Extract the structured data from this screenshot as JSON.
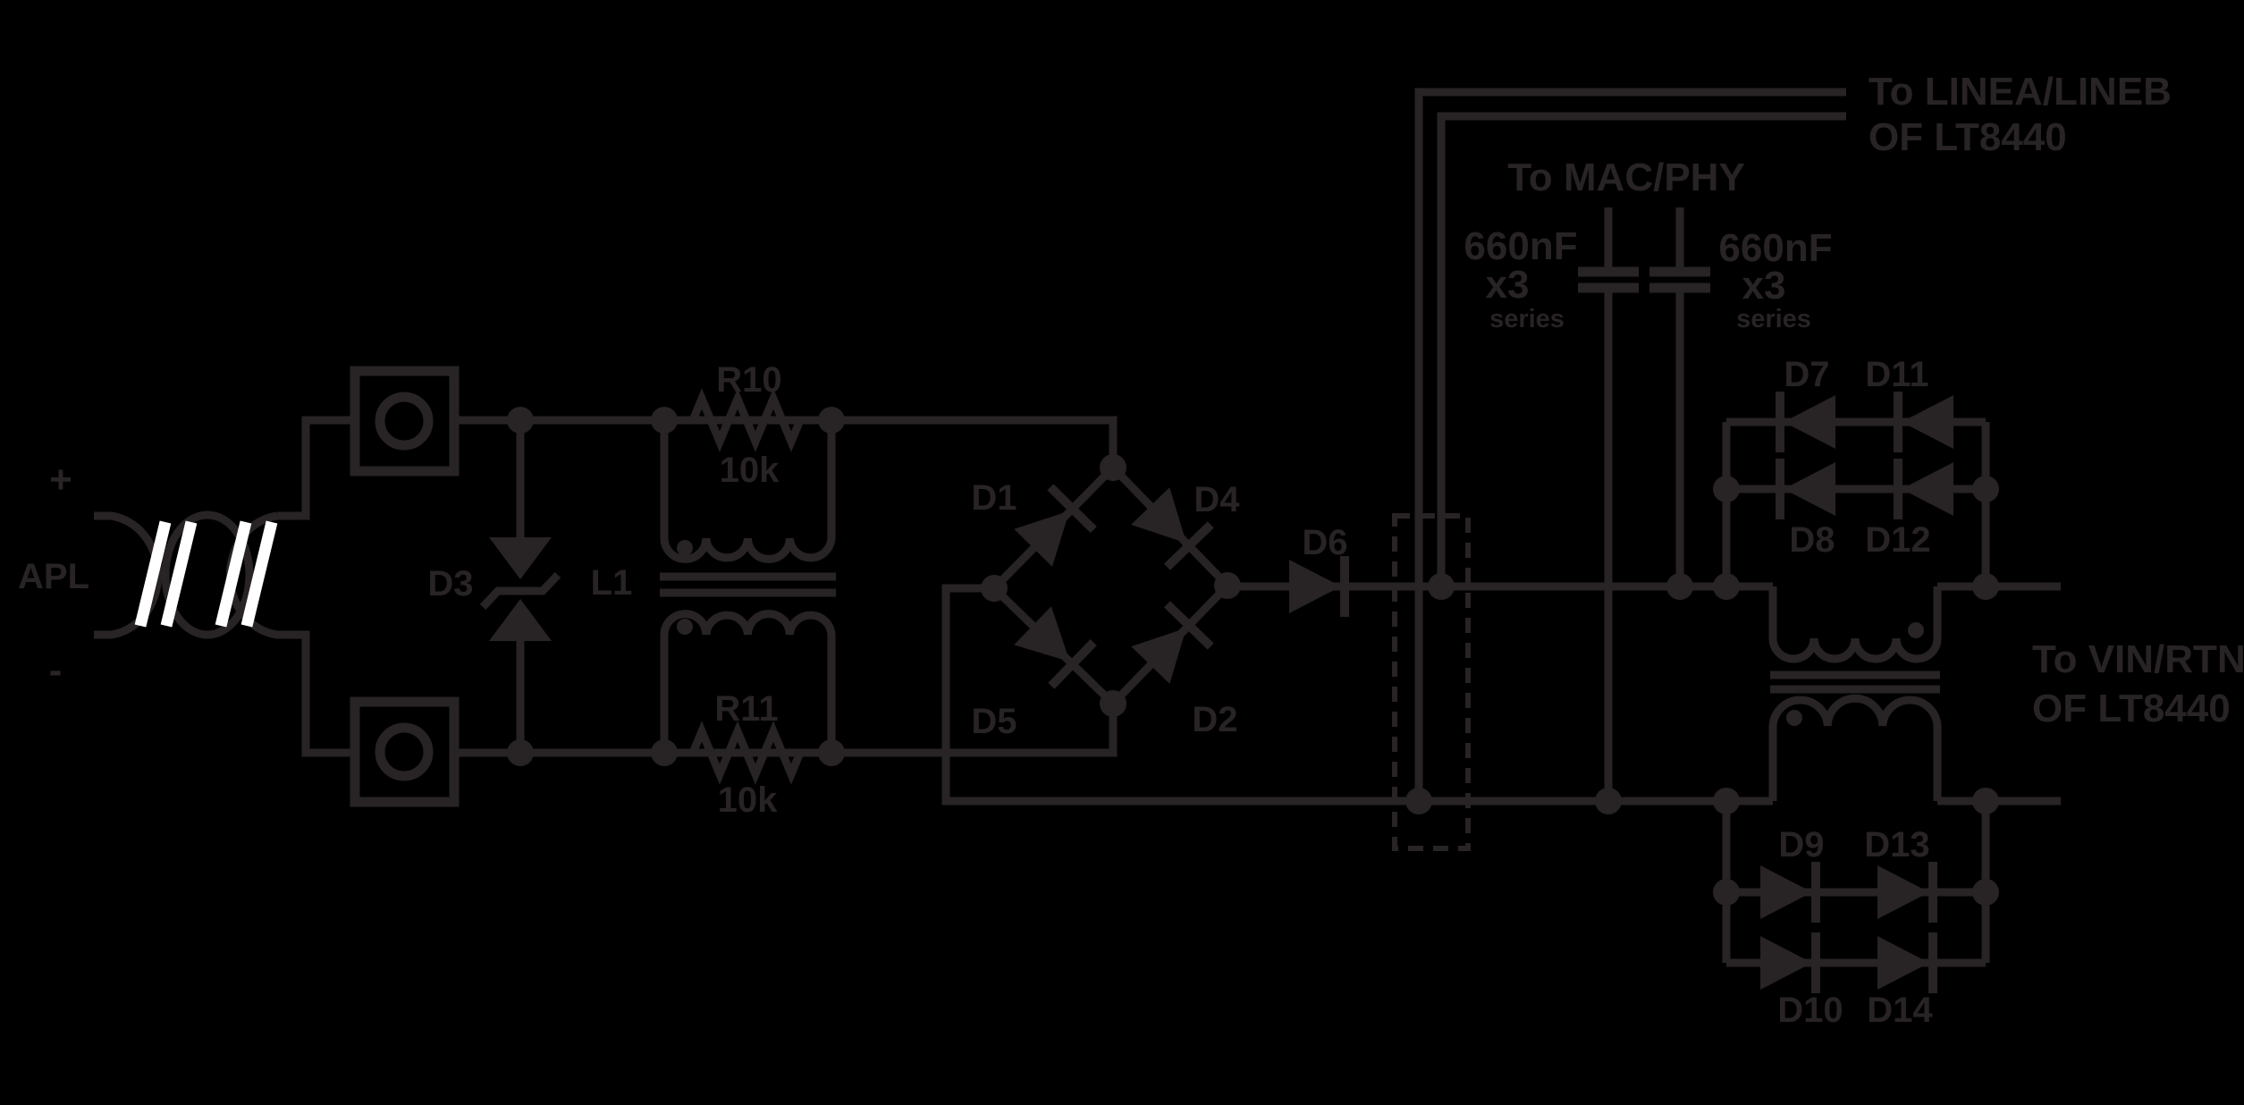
{
  "colors": {
    "background": "#000000",
    "ink": "#282324",
    "highlight": "#ffffff"
  },
  "source": {
    "plus": "+",
    "name": "APL",
    "minus": "-"
  },
  "tvs": {
    "ref": "D3"
  },
  "choke": {
    "ref": "L1"
  },
  "r10": {
    "ref": "R10",
    "value": "10k"
  },
  "r11": {
    "ref": "R11",
    "value": "10k"
  },
  "bridge": {
    "d1": "D1",
    "d4": "D4",
    "d5": "D5",
    "d2": "D2"
  },
  "d6": {
    "ref": "D6"
  },
  "cap_left": {
    "value": "660nF",
    "multiplier": "x3",
    "note": "series"
  },
  "cap_right": {
    "value": "660nF",
    "multiplier": "x3",
    "note": "series"
  },
  "annotations": {
    "mac_phy": "To MAC/PHY",
    "linea_line1": "To LINEA/LINEB",
    "linea_line2": "OF LT8440",
    "vin_line1": "To VIN/RTN",
    "vin_line2": "OF LT8440"
  },
  "diode_block_top": {
    "d7": "D7",
    "d11": "D11",
    "d8": "D8",
    "d12": "D12"
  },
  "diode_block_bottom": {
    "d9": "D9",
    "d13": "D13",
    "d10": "D10",
    "d14": "D14"
  }
}
